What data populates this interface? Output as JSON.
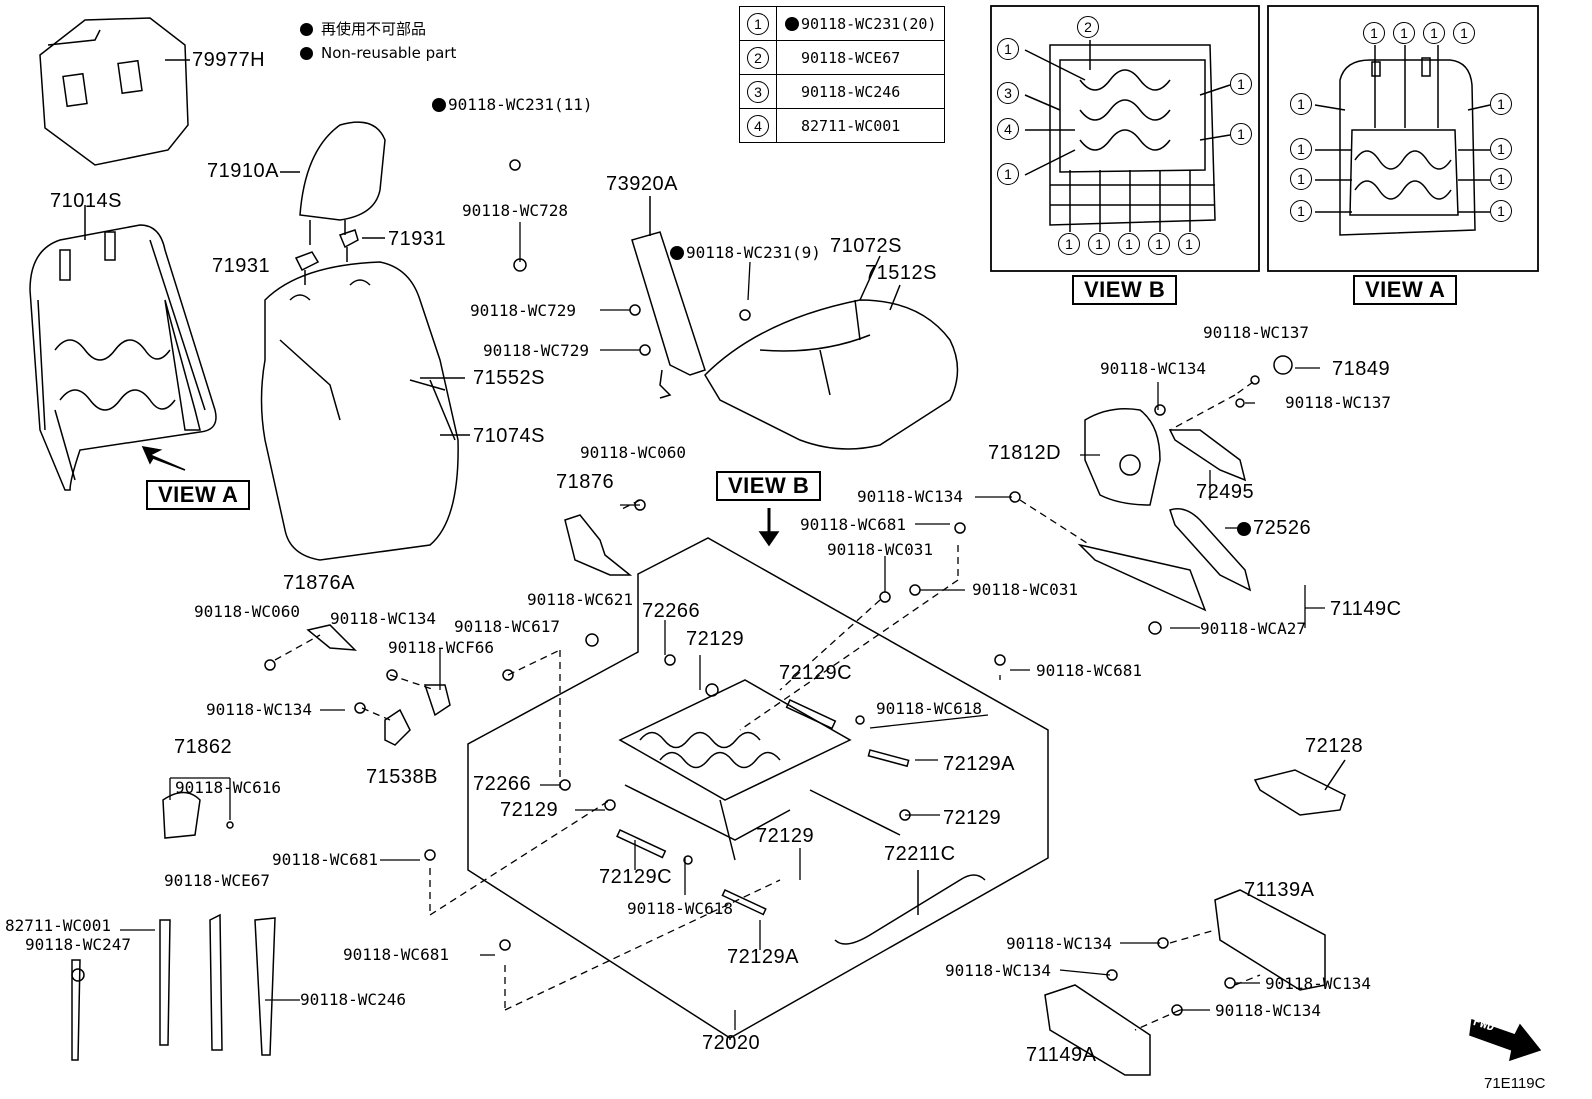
{
  "legend": {
    "jp": "再使用不可部品",
    "en": "Non-reusable part"
  },
  "key_table": [
    {
      "num": "1",
      "part": "90118-WC231(20)",
      "nonreusable": true
    },
    {
      "num": "2",
      "part": "90118-WCE67",
      "nonreusable": false
    },
    {
      "num": "3",
      "part": "90118-WC246",
      "nonreusable": false
    },
    {
      "num": "4",
      "part": "82711-WC001",
      "nonreusable": false
    }
  ],
  "views": {
    "view_b": "VIEW B",
    "view_a": "VIEW A",
    "view_a_tag": "VIEW A",
    "view_b_tag": "VIEW B"
  },
  "inset_b_markers": {
    "top": "2",
    "left": [
      "1",
      "3",
      "4",
      "1"
    ],
    "right": [
      "1",
      "1"
    ],
    "bottom": [
      "1",
      "1",
      "1",
      "1",
      "1"
    ]
  },
  "inset_a_markers": {
    "top": [
      "1",
      "1",
      "1",
      "1"
    ],
    "left": [
      "1",
      "1",
      "1",
      "1"
    ],
    "right": [
      "1",
      "1",
      "1",
      "1"
    ]
  },
  "labels": {
    "p79977H": "79977H",
    "p71014S": "71014S",
    "p71910A": "71910A",
    "p71931a": "71931",
    "p71931b": "71931",
    "p71552S": "71552S",
    "p71074S": "71074S",
    "wc231_11": "90118-WC231(11)",
    "wc728": "90118-WC728",
    "p73920A": "73920A",
    "wc729a": "90118-WC729",
    "wc729b": "90118-WC729",
    "wc231_9": "90118-WC231(9)",
    "p71072S": "71072S",
    "p71512S": "71512S",
    "wc137a": "90118-WC137",
    "wc134a": "90118-WC134",
    "p71849": "71849",
    "wc137b": "90118-WC137",
    "p71812D": "71812D",
    "p72495": "72495",
    "wc060a": "90118-WC060",
    "p71876": "71876",
    "wc134b": "90118-WC134",
    "wc681a": "90118-WC681",
    "p72526": "72526",
    "wc031a": "90118-WC031",
    "wc031b": "90118-WC031",
    "p71876A": "71876A",
    "wc060b": "90118-WC060",
    "wc134c": "90118-WC134",
    "wcf66": "90118-WCF66",
    "wc617": "90118-WC617",
    "wc621": "90118-WC621",
    "p72266a": "72266",
    "p72129a": "72129",
    "p72129C_a": "72129C",
    "p71149C": "71149C",
    "wca27": "90118-WCA27",
    "wc681b": "90118-WC681",
    "wc618a": "90118-WC618",
    "wc134d": "90118-WC134",
    "p71862": "71862",
    "wc616": "90118-WC616",
    "p71538B": "71538B",
    "p72266b": "72266",
    "p72129b": "72129",
    "p72129A_a": "72129A",
    "p72128": "72128",
    "p72129c": "72129",
    "wc681c": "90118-WC681",
    "p72129d": "72129",
    "p72129C_b": "72129C",
    "p72211C": "72211C",
    "wce67": "90118-WCE67",
    "wc618b": "90118-WC618",
    "wc001": "82711-WC001",
    "wc247": "90118-WC247",
    "p72129A_b": "72129A",
    "p71139A": "71139A",
    "wc134e": "90118-WC134",
    "wc681d": "90118-WC681",
    "wc134f": "90118-WC134",
    "wc134g": "90118-WC134",
    "wc246": "90118-WC246",
    "wc134h": "90118-WC134",
    "p72020": "72020",
    "p71149A": "71149A",
    "fwd": "FWD",
    "figure_id": "71E119C"
  }
}
